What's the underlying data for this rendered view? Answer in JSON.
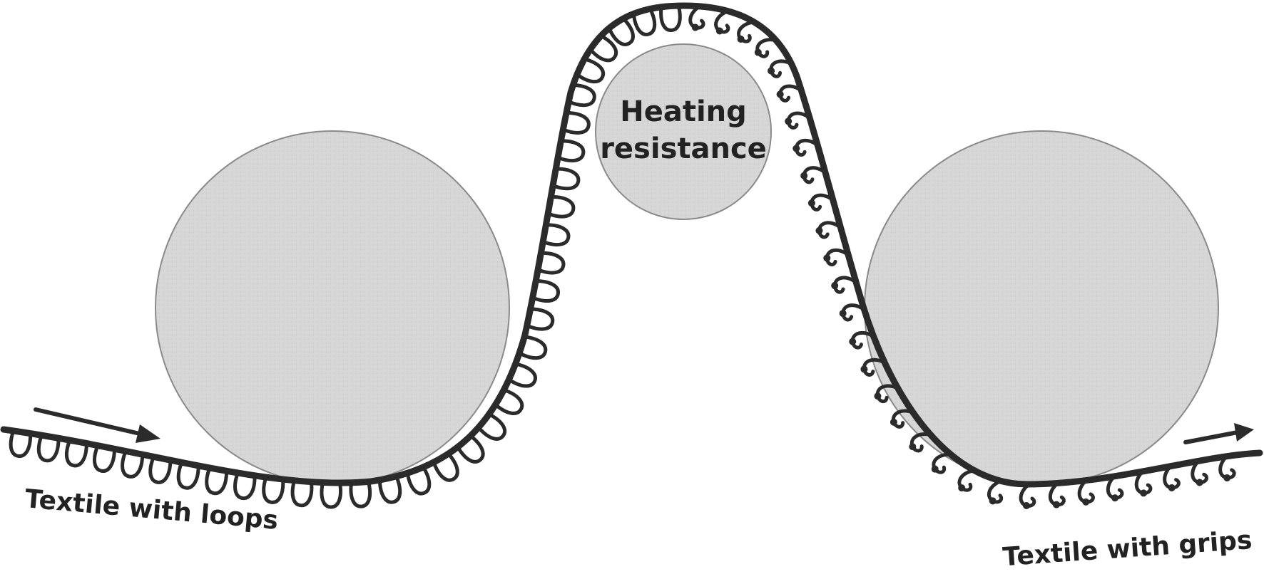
{
  "labels": {
    "heater_line1": "Heating",
    "heater_line2": "resistance",
    "input_textile": "Textile with loops",
    "output_textile": "Textile with grips"
  },
  "colors": {
    "roller_fill": "#d6d6d6",
    "roller_stroke": "#8a8a8a",
    "textile": "#2b2b2b",
    "background": "#ffffff"
  },
  "elements": {
    "rollers": [
      "left-roller",
      "heating-resistance",
      "right-roller"
    ],
    "textile_texture": {
      "before_heating": "loops",
      "after_heating": "grips"
    },
    "arrows": [
      "input-direction-arrow",
      "output-direction-arrow"
    ]
  }
}
